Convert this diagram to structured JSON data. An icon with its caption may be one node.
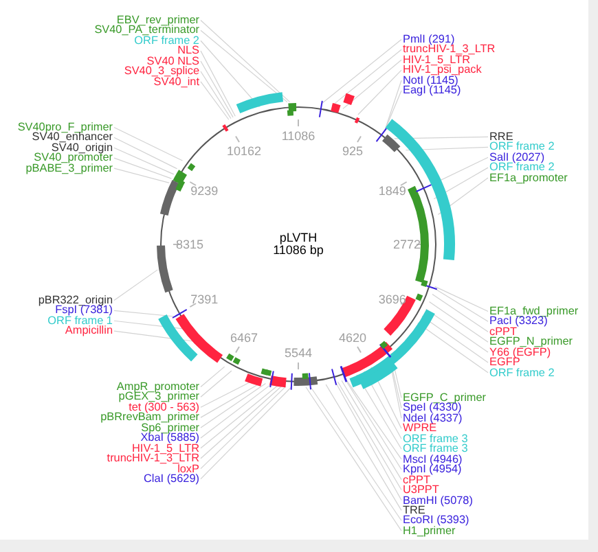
{
  "diagram": {
    "nodes": [
      {
        "text": [
          "EBV_rev_primer"
        ]
      },
      {
        "text": [
          "SV40_PA_terminator"
        ]
      },
      {
        "text": [
          "ORF frame 2"
        ]
      },
      {
        "text": [
          "NLS"
        ]
      },
      {
        "text": [
          "SV40 NLS"
        ]
      },
      {
        "text": [
          "SV40_3_splice"
        ]
      },
      {
        "text": [
          "SV40_int"
        ]
      },
      {
        "text": [
          "PmlI (291)"
        ]
      },
      {
        "text": [
          "truncHIV-1_3_LTR"
        ]
      },
      {
        "text": [
          "HIV-1_5_LTR"
        ]
      },
      {
        "text": [
          "HIV-1_psi_pack"
        ]
      },
      {
        "text": [
          "NotI (1145)"
        ]
      },
      {
        "text": [
          "EagI (1145)"
        ]
      },
      {
        "text": [
          "SV40pro_F_primer"
        ]
      },
      {
        "text": [
          "SV40_enhancer"
        ]
      },
      {
        "text": [
          "SV40_origin"
        ]
      },
      {
        "text": [
          "SV40_promoter"
        ]
      },
      {
        "text": [
          "pBABE_3_primer"
        ]
      },
      {
        "text": [
          "RRE"
        ]
      },
      {
        "text": [
          "ORF frame 2"
        ]
      },
      {
        "text": [
          "SalI (2027)"
        ]
      },
      {
        "text": [
          "ORF frame 2"
        ]
      },
      {
        "text": [
          "EF1a_promoter"
        ]
      },
      {
        "text": [
          "pBR322_origin"
        ]
      },
      {
        "text": [
          "FspI (7381)"
        ]
      },
      {
        "text": [
          "ORF frame 1"
        ]
      },
      {
        "text": [
          "Ampicillin"
        ]
      },
      {
        "text": [
          "EF1a_fwd_primer"
        ]
      },
      {
        "text": [
          "PacI (3323)"
        ]
      },
      {
        "text": [
          "cPPT"
        ]
      },
      {
        "text": [
          "EGFP_N_primer"
        ]
      },
      {
        "text": [
          "Y66 (EGFP)"
        ]
      },
      {
        "text": [
          "EGFP"
        ]
      },
      {
        "text": [
          "ORF frame 2"
        ]
      },
      {
        "text": [
          "AmpR_promoter"
        ]
      },
      {
        "text": [
          "pGEX_3_primer"
        ]
      },
      {
        "text": [
          "tet (300 - 563)"
        ]
      },
      {
        "text": [
          "pBRrevBam_primer"
        ]
      },
      {
        "text": [
          "Sp6_primer"
        ]
      },
      {
        "text": [
          "XbaI (5885)"
        ]
      },
      {
        "text": [
          "HIV-1_5_LTR"
        ]
      },
      {
        "text": [
          "truncHIV-1_3_LTR"
        ]
      },
      {
        "text": [
          "loxP"
        ]
      },
      {
        "text": [
          "ClaI (5629)"
        ]
      },
      {
        "text": [
          "EGFP_C_primer"
        ]
      },
      {
        "text": [
          "SpeI (4330)"
        ]
      },
      {
        "text": [
          "NdeI (4337)"
        ]
      },
      {
        "text": [
          "WPRE"
        ]
      },
      {
        "text": [
          "ORF frame 3"
        ]
      },
      {
        "text": [
          "ORF frame 3"
        ]
      },
      {
        "text": [
          "MscI (4946)"
        ]
      },
      {
        "text": [
          "KpnI (4954)"
        ]
      },
      {
        "text": [
          "cPPT"
        ]
      },
      {
        "text": [
          "U3PPT"
        ]
      },
      {
        "text": [
          "BamHI (5078)"
        ]
      },
      {
        "text": [
          "TRE"
        ]
      },
      {
        "text": [
          "EcoRI (5393)"
        ]
      },
      {
        "text": [
          "H1_primer"
        ]
      }
    ],
    "edges": [
      {
        "from": 0,
        "to": null,
        "arrow": "none"
      },
      {
        "from": 1,
        "to": null,
        "arrow": "none"
      },
      {
        "from": 2,
        "to": null,
        "arrow": "none"
      },
      {
        "from": 3,
        "to": null,
        "arrow": "none"
      },
      {
        "from": 4,
        "to": null,
        "arrow": "none"
      },
      {
        "from": 5,
        "to": null,
        "arrow": "none"
      },
      {
        "from": 6,
        "to": null,
        "arrow": "none"
      },
      {
        "from": 7,
        "to": null,
        "arrow": "none"
      },
      {
        "from": 8,
        "to": null,
        "arrow": "none"
      },
      {
        "from": 9,
        "to": null,
        "arrow": "none"
      },
      {
        "from": 10,
        "to": null,
        "arrow": "none"
      },
      {
        "from": 11,
        "to": null,
        "arrow": "none"
      },
      {
        "from": 12,
        "to": null,
        "arrow": "none"
      },
      {
        "from": 13,
        "to": null,
        "arrow": "none"
      },
      {
        "from": 14,
        "to": null,
        "arrow": "none"
      },
      {
        "from": 15,
        "to": null,
        "arrow": "none"
      },
      {
        "from": 16,
        "to": null,
        "arrow": "none"
      },
      {
        "from": 17,
        "to": null,
        "arrow": "none"
      },
      {
        "from": 18,
        "to": null,
        "arrow": "none"
      },
      {
        "from": 19,
        "to": null,
        "arrow": "none"
      },
      {
        "from": 20,
        "to": null,
        "arrow": "none"
      },
      {
        "from": 21,
        "to": null,
        "arrow": "none"
      },
      {
        "from": 22,
        "to": null,
        "arrow": "none"
      },
      {
        "from": 23,
        "to": null,
        "arrow": "none"
      },
      {
        "from": 24,
        "to": null,
        "arrow": "none"
      },
      {
        "from": 25,
        "to": null,
        "arrow": "none"
      },
      {
        "from": 26,
        "to": null,
        "arrow": "none"
      },
      {
        "from": 27,
        "to": null,
        "arrow": "none"
      },
      {
        "from": 28,
        "to": null,
        "arrow": "none"
      },
      {
        "from": 29,
        "to": null,
        "arrow": "none"
      },
      {
        "from": 30,
        "to": null,
        "arrow": "none"
      },
      {
        "from": 31,
        "to": null,
        "arrow": "none"
      },
      {
        "from": 32,
        "to": null,
        "arrow": "none"
      },
      {
        "from": 33,
        "to": null,
        "arrow": "none"
      },
      {
        "from": 34,
        "to": null,
        "arrow": "none"
      },
      {
        "from": 35,
        "to": null,
        "arrow": "none"
      },
      {
        "from": 36,
        "to": null,
        "arrow": "none"
      },
      {
        "from": 37,
        "to": null,
        "arrow": "none"
      },
      {
        "from": 38,
        "to": null,
        "arrow": "none"
      },
      {
        "from": 39,
        "to": null,
        "arrow": "none"
      },
      {
        "from": 40,
        "to": null,
        "arrow": "none"
      },
      {
        "from": 41,
        "to": null,
        "arrow": "none"
      },
      {
        "from": 42,
        "to": null,
        "arrow": "none"
      },
      {
        "from": 43,
        "to": null,
        "arrow": "none"
      },
      {
        "from": 44,
        "to": null,
        "arrow": "none"
      },
      {
        "from": 45,
        "to": null,
        "arrow": "none"
      },
      {
        "from": 46,
        "to": null,
        "arrow": "none"
      },
      {
        "from": 47,
        "to": null,
        "arrow": "none"
      },
      {
        "from": 48,
        "to": null,
        "arrow": "none"
      },
      {
        "from": 49,
        "to": null,
        "arrow": "none"
      },
      {
        "from": 50,
        "to": null,
        "arrow": "none"
      },
      {
        "from": 51,
        "to": null,
        "arrow": "none"
      },
      {
        "from": 52,
        "to": null,
        "arrow": "none"
      },
      {
        "from": 53,
        "to": null,
        "arrow": "none"
      },
      {
        "from": 54,
        "to": null,
        "arrow": "none"
      },
      {
        "from": 55,
        "to": null,
        "arrow": "none"
      },
      {
        "from": 56,
        "to": null,
        "arrow": "none"
      },
      {
        "from": 57,
        "to": null,
        "arrow": "none"
      }
    ],
    "labels": [
      "pLVTH",
      "11086 bp",
      "11086",
      "925",
      "1849",
      "2772",
      "3696",
      "4620",
      "5544",
      "6467",
      "7391",
      "8315",
      "9239",
      "10162"
    ]
  }
}
